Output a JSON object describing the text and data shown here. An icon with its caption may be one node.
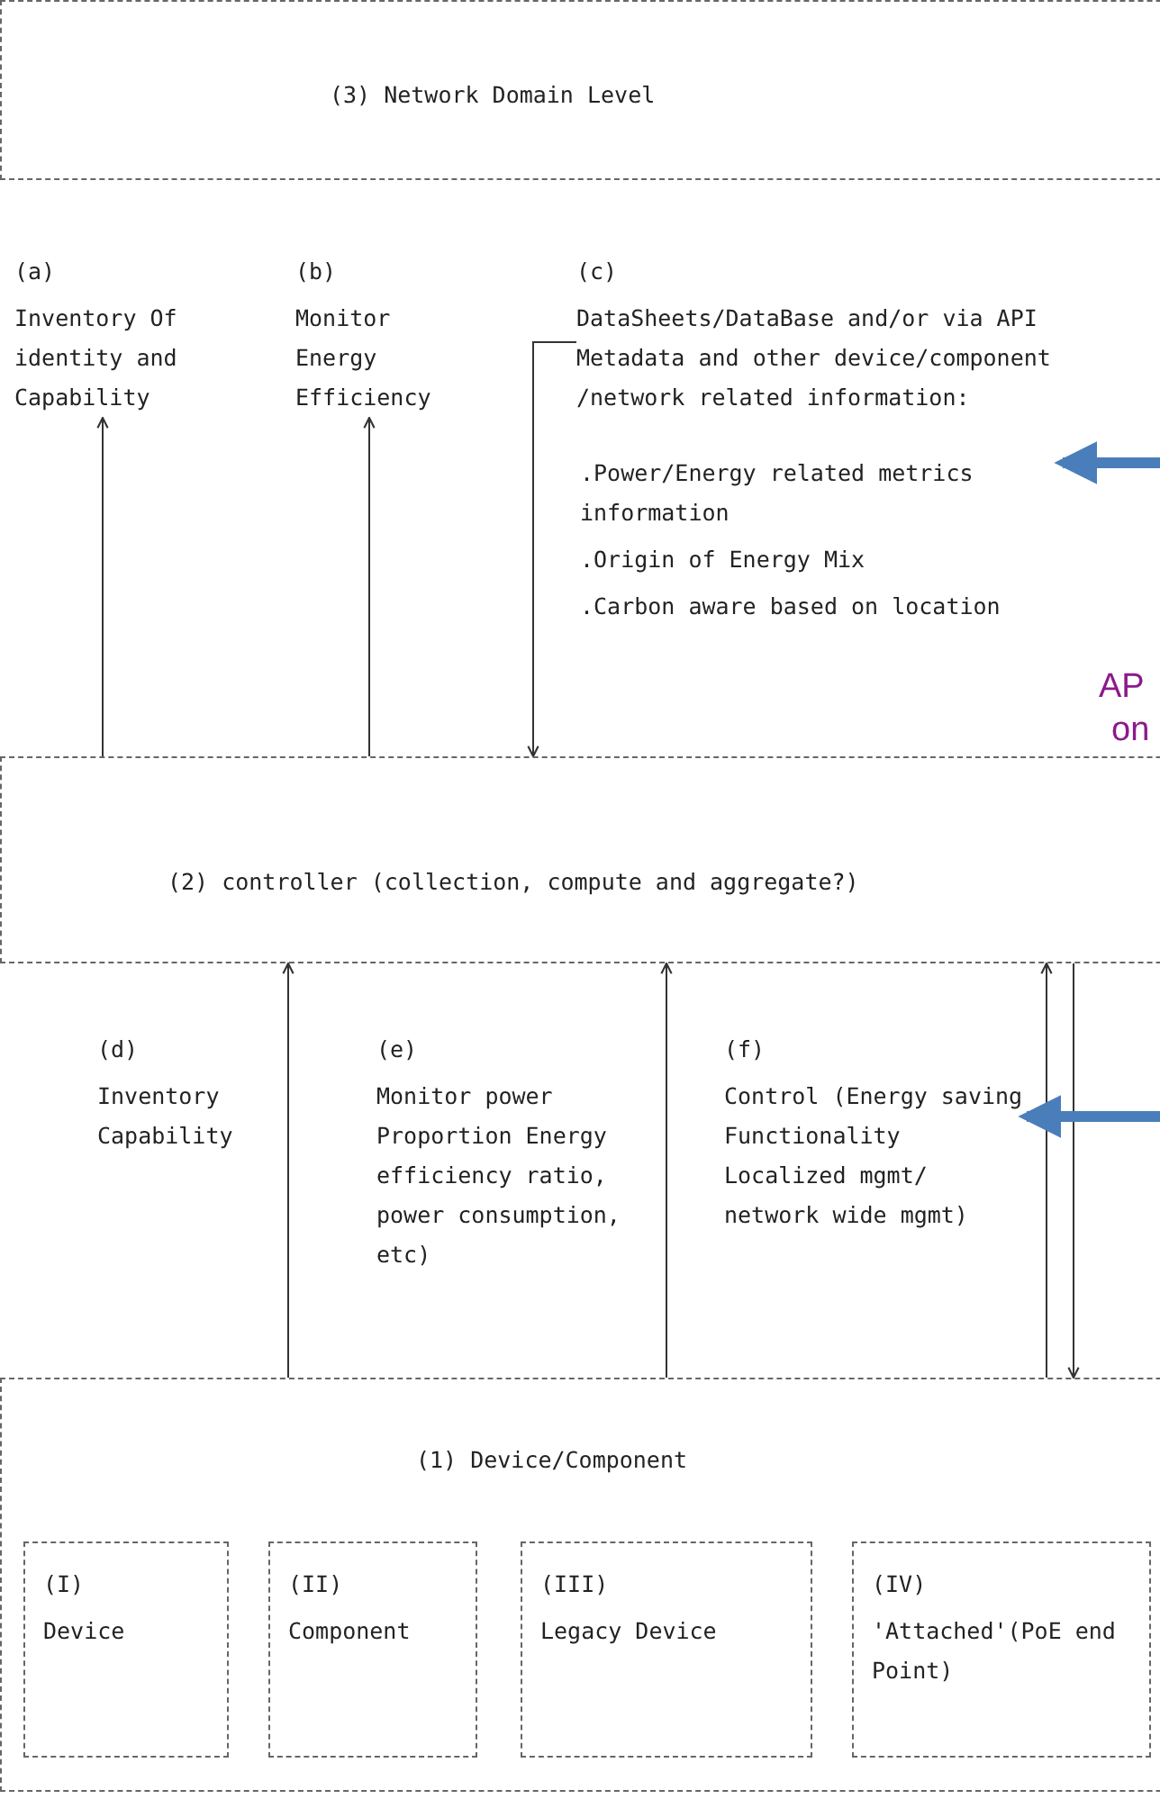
{
  "diagram": {
    "nodes": [
      {
        "text": [
          "(3) Network Domain Level"
        ]
      },
      {
        "text": [
          "(a)",
          "Inventory Of identity and Capability"
        ]
      },
      {
        "text": [
          "(b)",
          "Monitor Energy Efficiency"
        ]
      },
      {
        "text": [
          "(c)",
          "DataSheets/DataBase and/or via API Metadata and other device/component /network related information:",
          ".Power/Energy related metrics information",
          ".Origin of Energy Mix",
          ".Carbon aware based on location"
        ]
      },
      {
        "text": [
          "(2) controller (collection, compute and aggregate?)"
        ]
      },
      {
        "text": [
          "(d)",
          "Inventory Capability"
        ]
      },
      {
        "text": [
          "(e)",
          "Monitor power Proportion Energy efficiency ratio, power consumption, etc)"
        ]
      },
      {
        "text": [
          "(f)",
          "Control (Energy saving Functionality Localized mgmt/ network wide mgmt)"
        ]
      },
      {
        "text": [
          "(1) Device/Component"
        ]
      },
      {
        "text": [
          "(I)",
          "Device"
        ],
        "in": 8
      },
      {
        "text": [
          "(II)",
          "Component"
        ],
        "in": 8
      },
      {
        "text": [
          "(III)",
          "Legacy Device"
        ],
        "in": 8
      },
      {
        "text": [
          "(IV)",
          "'Attached'(PoE end Point)"
        ],
        "in": 8
      }
    ],
    "edges": [
      {
        "from": 4,
        "to": 1,
        "arrow": "to"
      },
      {
        "from": 4,
        "to": 2,
        "arrow": "to"
      },
      {
        "from": 3,
        "to": 4,
        "arrow": "to"
      },
      {
        "from": 8,
        "to": 4,
        "arrow": "to"
      },
      {
        "from": 8,
        "to": 4,
        "arrow": "to"
      },
      {
        "from": 8,
        "to": 4,
        "arrow": "to"
      },
      {
        "from": 4,
        "to": 8,
        "arrow": "to"
      },
      {
        "from": null,
        "to": 3,
        "arrow": "to",
        "style": "thick",
        "color": "#4a7ebb"
      },
      {
        "from": null,
        "to": 7,
        "arrow": "to",
        "style": "thick",
        "color": "#4a7ebb"
      }
    ],
    "labels": [
      "AP",
      "on"
    ]
  }
}
